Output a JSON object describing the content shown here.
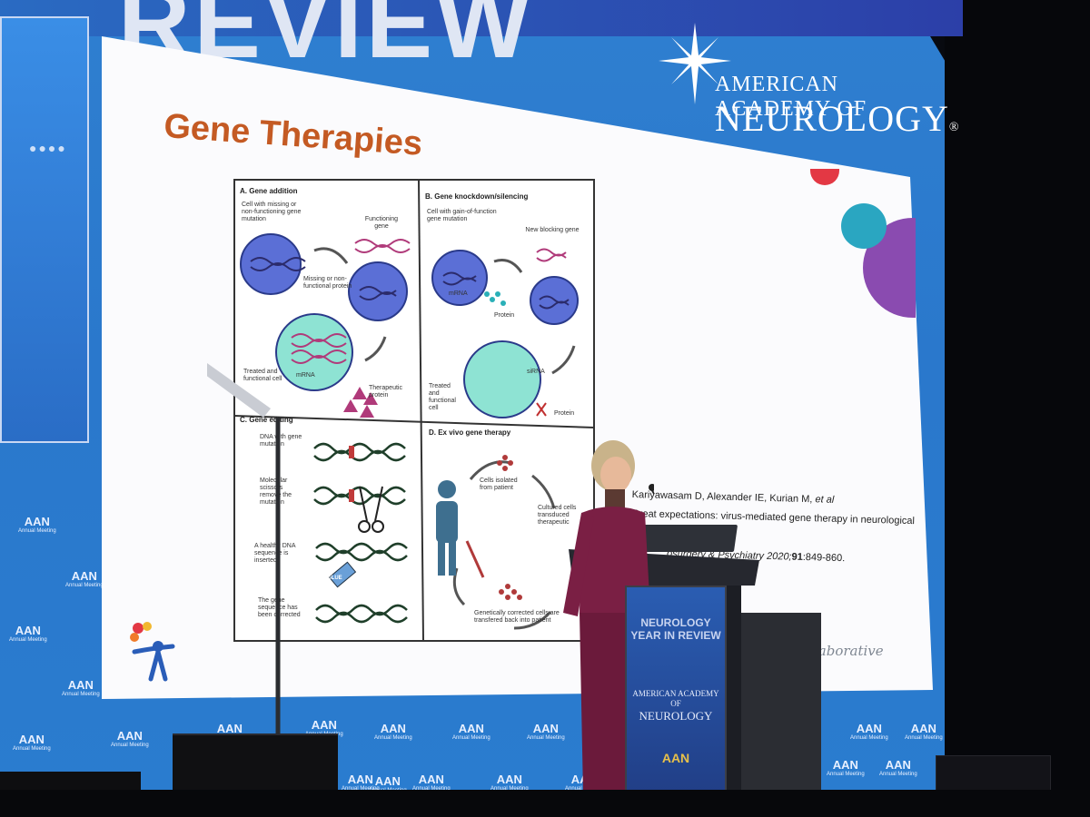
{
  "backdrop": {
    "banner_text": "REVIEW",
    "org_line1": "AMERICAN ACADEMY OF",
    "org_line2": "NEUROLOGY",
    "org_registered_mark": "®",
    "wall_logo_text": "AAN",
    "wall_logo_sub": "Annual Meeting"
  },
  "slide": {
    "title": "Gene Therapies",
    "panel_a": {
      "title": "A. Gene addition",
      "cell_label": "Cell with missing or non-functioning gene mutation",
      "functioning_gene": "Functioning gene",
      "missing_protein": "Missing or non-functional protein",
      "mrna": "mRNA",
      "treated": "Treated and functional cell",
      "therapeutic": "Therapeutic protein"
    },
    "panel_b": {
      "title": "B. Gene knockdown/silencing",
      "cell_label": "Cell with gain-of-function gene mutation",
      "blocking_gene": "New blocking gene",
      "mrna": "mRNA",
      "protein": "Protein",
      "sirna": "siRNA",
      "treated": "Treated and functional cell",
      "protein_blocked": "Protein"
    },
    "panel_c": {
      "title": "C. Gene editing",
      "step1": "DNA with gene mutation",
      "step2": "Molecular scissors remove the mutation",
      "step3": "A healthy DNA sequence is inserted",
      "step4": "The gene sequence has been corrected",
      "glue": "GLUE"
    },
    "panel_d": {
      "title": "D. Ex vivo gene therapy",
      "isolated": "Cells isolated from patient",
      "cultured": "Cultured cells transduced therapeutic",
      "corrected": "Genetically corrected cells are transfered back into patient"
    },
    "citation": {
      "authors": "Kariyawasam D, Alexander IE, Kurian M,",
      "etal": "et al",
      "title": "Great expectations: virus-mediated gene therapy in neurological disorders",
      "journal": "osurgery & Psychiatry 2020;",
      "volume": "91",
      "pages": ":849-860."
    },
    "footer_script": "laborative"
  },
  "podium": {
    "line1": "NEUROLOGY",
    "line2": "YEAR IN REVIEW",
    "org_line1": "AMERICAN ACADEMY OF",
    "org_line2": "NEUROLOGY",
    "aan": "AAN"
  },
  "colors": {
    "title_orange": "#c45a23",
    "wall_blue": "#2a7ccf",
    "slide_bg": "#fbfbfd",
    "cell_blue": "#5b6fd6",
    "cell_teal": "#8ee3d3"
  }
}
